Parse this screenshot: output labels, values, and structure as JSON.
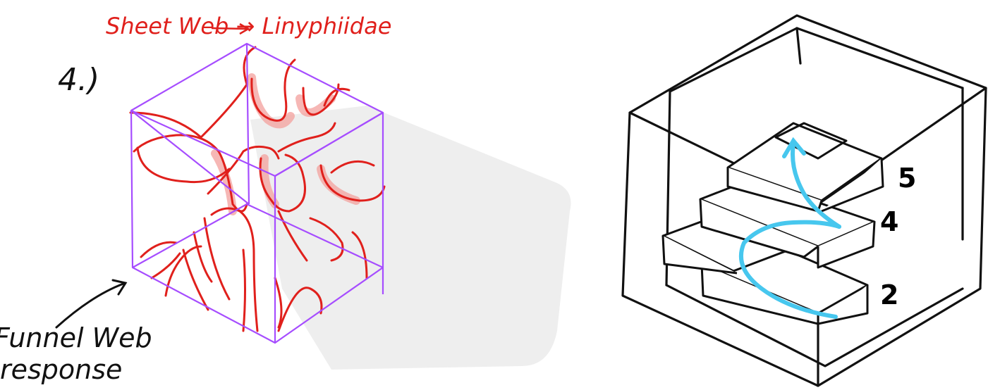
{
  "left_sketch": {
    "title": "Sheet Web → Linyphiidae",
    "number_label": "4.)",
    "note_line1": "Funnel Web",
    "note_line2": "response",
    "colors": {
      "frame": "#a64dff",
      "web": "#e0201c",
      "web_highlight": "#f4a6a3",
      "shadow": "#e8e8e8"
    }
  },
  "right_sketch": {
    "level_labels": [
      "5",
      "4",
      "2"
    ],
    "colors": {
      "outline": "#111111",
      "arrow": "#47c7ee"
    }
  }
}
